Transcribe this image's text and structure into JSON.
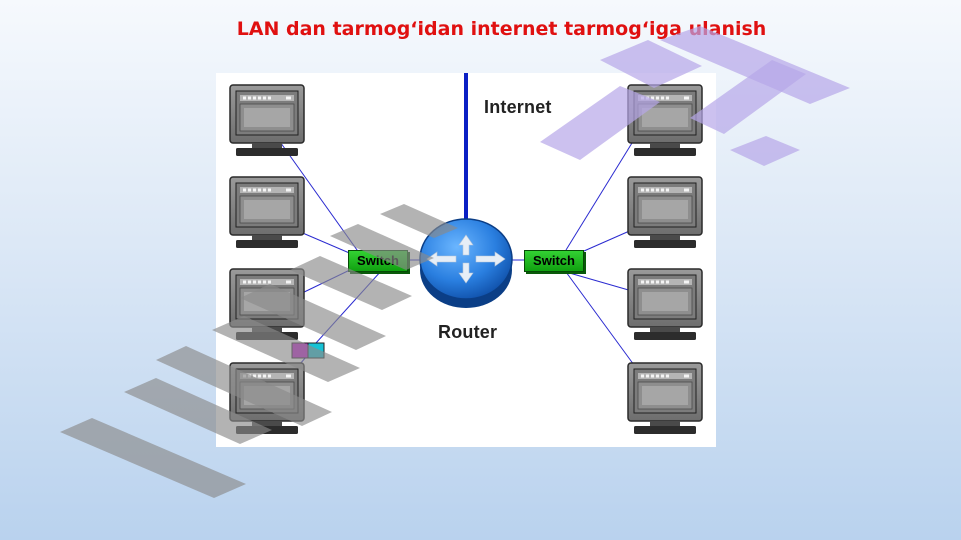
{
  "slide": {
    "title": "LAN dan tarmog‘idan internet tarmog‘iga ulanish"
  },
  "diagram": {
    "internet_label": "Internet",
    "router_label": "Router",
    "switch_left_label": "Switch",
    "switch_right_label": "Switch"
  },
  "colors": {
    "title": "#e01010",
    "internet_link": "#0a1fc4",
    "lan_link": "#2a2ad0",
    "router": "#2a7fe0",
    "switch": "#1fb81f",
    "watermark_gray": "#8a8a8a",
    "watermark_purple": "#b6a6e8"
  }
}
